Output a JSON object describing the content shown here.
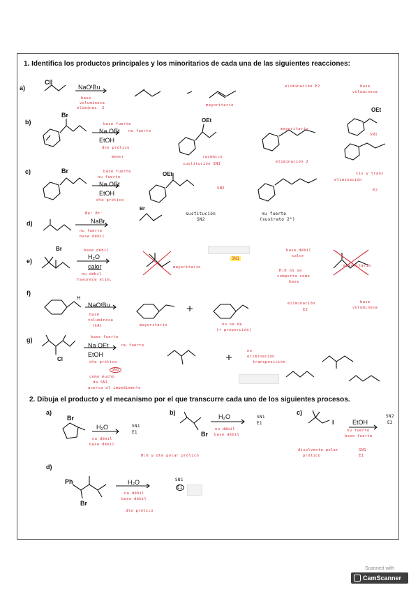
{
  "q1": "1.  Identifica los productos principales y los minoritarios de cada una de las siguientes reacciones:",
  "q2": "2.  Dibuja el producto y el mecanismo por el que transcurre cada uno de los siguientes procesos.",
  "r1": {
    "labels": [
      "a)",
      "b)",
      "c)",
      "d)",
      "e)",
      "f)",
      "g)"
    ],
    "a": {
      "reagent": "NaOᵗBu",
      "hand": [
        "base",
        "voluminosa",
        "eliminac. 2"
      ],
      "major": "mayoritario",
      "mech": "eliminación E2",
      "note": [
        "base",
        "voluminosa"
      ]
    },
    "b": {
      "reagents": [
        "Na OEt",
        "EtOH"
      ],
      "hand": [
        "base fuerte",
        "nu fuerte",
        "dte prótico"
      ],
      "side": "racémico",
      "mech1": "sustitución SN1",
      "major": "mayoritario",
      "mech2": "eliminación 2",
      "sn1": "SN1",
      "side_label": "menor"
    },
    "c": {
      "reagents": [
        "Na OEt",
        "EtOH"
      ],
      "hand": [
        "base fuerte",
        "nu fuerte",
        "dte prótico"
      ],
      "sn2": "SN2",
      "cis": [
        "cis y trans",
        "eliminación",
        "E2"
      ]
    },
    "d": {
      "reagent_top": "Na⁺ Br⁻",
      "reagent": "NaBr",
      "hand": [
        "nu fuerte",
        "base débil"
      ],
      "mech": [
        "sustitución",
        "SN2"
      ],
      "note": [
        "nu fuerte",
        "(sustrato 2°)"
      ]
    },
    "e": {
      "reagents": [
        "H₂O",
        "calor"
      ],
      "hand": [
        "base débil",
        "nu débil",
        "favorece elim."
      ],
      "major_left": "mayoritario",
      "sn1": "SN1",
      "note1": [
        "base débil",
        "calor"
      ],
      "note2": [
        "H₂O no se",
        "comporta como",
        "base"
      ],
      "note3": "mayoritario"
    },
    "f": {
      "reagent": "NaOᵗBu",
      "hand": [
        "base",
        "voluminosa",
        "(CA)"
      ],
      "major": "mayoritario",
      "minor": [
        "no se da",
        "(+ proporción)"
      ],
      "mech": [
        "eliminación",
        "E2"
      ],
      "note": [
        "base",
        "voluminosa"
      ]
    },
    "g": {
      "reagents": [
        "Na OEt",
        "EtOH"
      ],
      "hand": [
        "base fuerte",
        "nu fuerte",
        "dte prótico"
      ],
      "circle": "SN1",
      "note": [
        "como mucho",
        "da SN1",
        "acerca al impedimento"
      ],
      "mech": [
        "no",
        "eliminación",
        "transposición"
      ]
    }
  },
  "r2": {
    "labels": [
      "a)",
      "b)",
      "c)",
      "d)"
    ],
    "a": {
      "reagent": "H₂O",
      "note": [
        "nu débil",
        "base débil"
      ],
      "mech": [
        "SN1",
        "E1"
      ],
      "extra": "H₂O y dte polar prótico"
    },
    "b": {
      "reagent": "H₂O",
      "note": [
        "nu débil",
        "base débil"
      ],
      "mech": [
        "SN1",
        "E1"
      ]
    },
    "c": {
      "reagent": "EtOH",
      "note": [
        "nu fuerte",
        "base fuerte"
      ],
      "mech": [
        "SN2",
        "E2"
      ],
      "extra": [
        "disolvente polar",
        "prótico",
        "SN1",
        "E1"
      ]
    },
    "d": {
      "reagent": "H₂O",
      "note": [
        "nu débil",
        "base débil",
        "dte prótico"
      ],
      "mech": [
        "SN1",
        "E1"
      ]
    }
  },
  "atoms": {
    "Cl": "Cl",
    "Br": "Br",
    "I": "I",
    "Ph": "Ph",
    "H": "H",
    "OEt": "OEt"
  },
  "watermark": {
    "top": "Scanned with",
    "brand": "CamScanner"
  }
}
